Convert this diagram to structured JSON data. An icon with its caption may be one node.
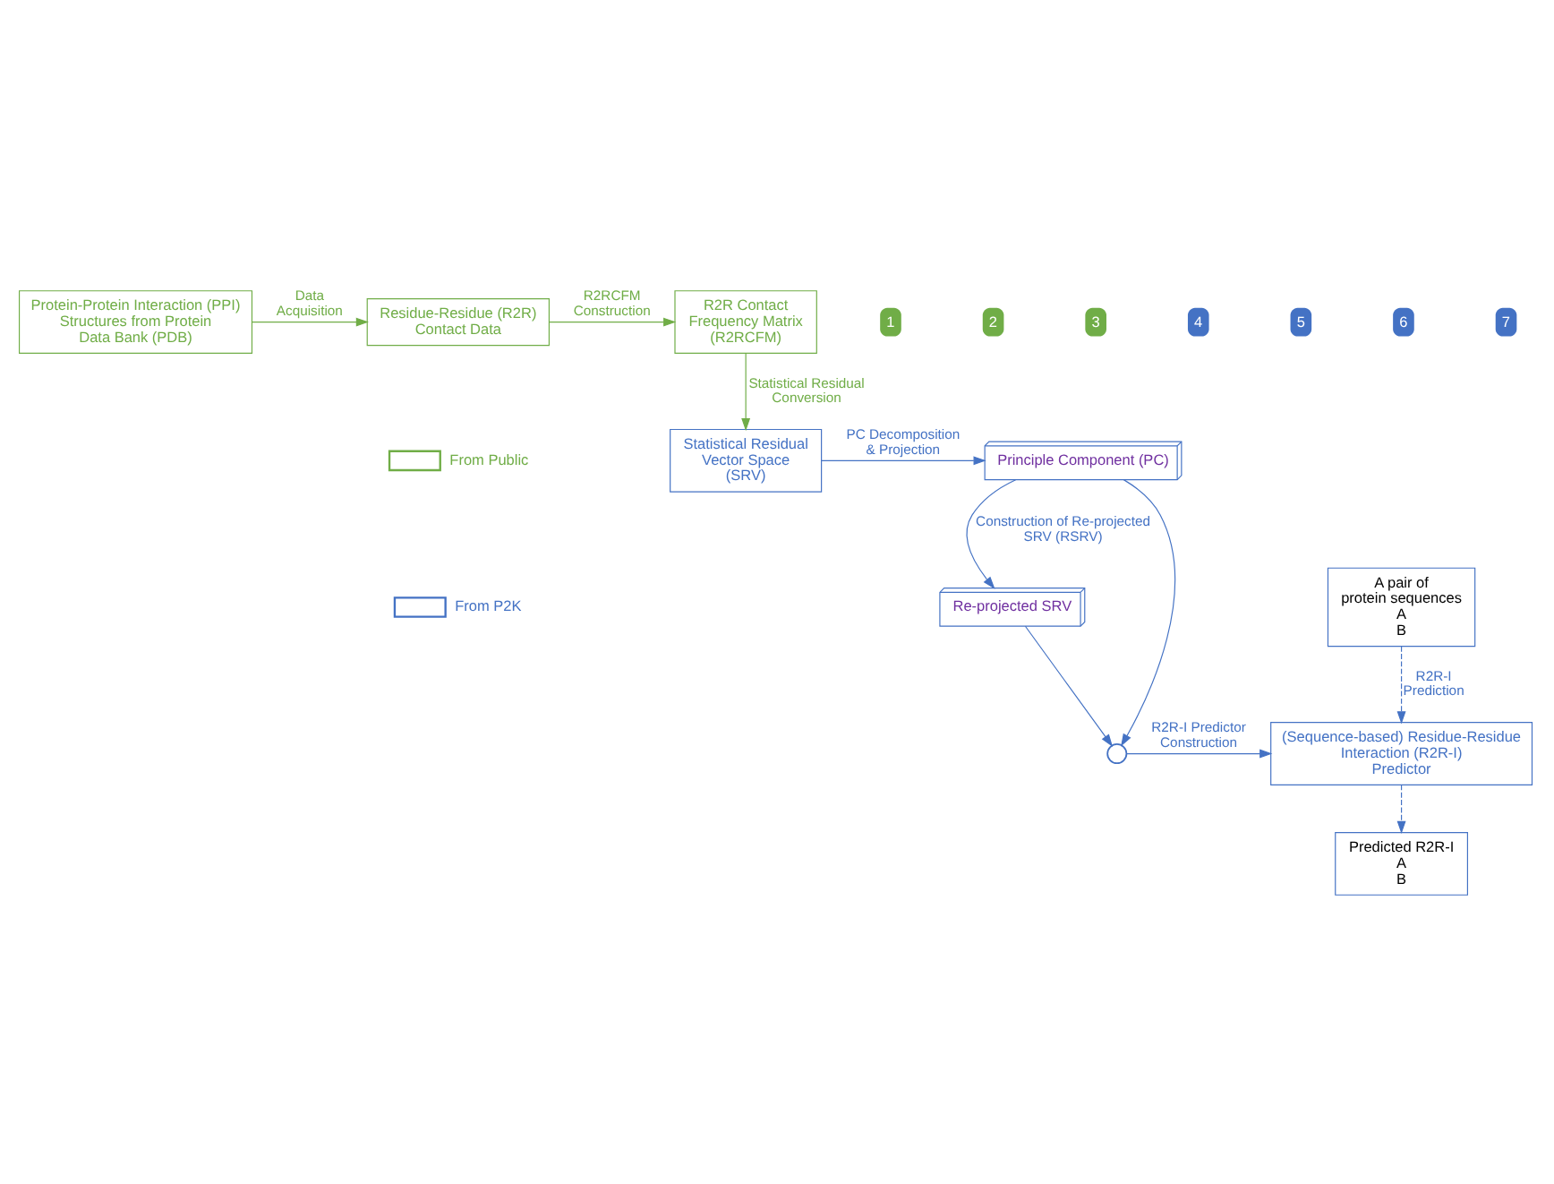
{
  "diagram": {
    "nodes": [
      {
        "text": [
          "Protein-Protein Interaction (PPI) Structures from Protein Data Bank (PDB)"
        ]
      },
      {
        "text": [
          "Residue-Residue (R2R) Contact Data"
        ]
      },
      {
        "text": [
          "R2R Contact Frequency Matrix (R2RCFM)"
        ]
      },
      {
        "text": [
          "Statistical Residual Vector Space (SRV)"
        ]
      },
      {
        "text": [
          "Principle Component (PC)"
        ]
      },
      {
        "text": [
          "Re-projected SRV"
        ]
      },
      {
        "text": [],
        "shape": "circle"
      },
      {
        "text": [
          "(Sequence-based) Residue-Residue Interaction (R2R-I) Predictor"
        ]
      },
      {
        "text": [
          "A pair of protein sequences",
          "A",
          "B"
        ]
      },
      {
        "text": [
          "Predicted R2R-I",
          "A",
          "B"
        ]
      }
    ],
    "edges": [
      {
        "from": 0,
        "to": 1,
        "arrow": "to",
        "label": "Data Acquisition",
        "color": "#70ad47"
      },
      {
        "from": 1,
        "to": 2,
        "arrow": "to",
        "label": "R2RCFM Construction",
        "color": "#70ad47"
      },
      {
        "from": 2,
        "to": 3,
        "arrow": "to",
        "label": "Statistical Residual Conversion",
        "color": "#70ad47"
      },
      {
        "from": 3,
        "to": 4,
        "arrow": "to",
        "label": "PC Decomposition & Projection"
      },
      {
        "from": 4,
        "to": 5,
        "arrow": "to",
        "label": "Construction of Re-projected SRV (RSRV)"
      },
      {
        "from": 4,
        "to": 6,
        "arrow": "to"
      },
      {
        "from": 5,
        "to": 6,
        "arrow": "to"
      },
      {
        "from": 6,
        "to": 7,
        "arrow": "to",
        "label": "R2R-I Predictor Construction"
      },
      {
        "from": 8,
        "to": 7,
        "arrow": "to",
        "style": "dashed",
        "label": "R2R-I Prediction"
      },
      {
        "from": 7,
        "to": 9,
        "arrow": "to",
        "style": "dashed"
      }
    ],
    "labels": [
      "1",
      "2",
      "3",
      "4",
      "5",
      "6",
      "7"
    ],
    "legend": [
      {
        "text": "From Public"
      },
      {
        "text": "From P2K"
      }
    ]
  }
}
